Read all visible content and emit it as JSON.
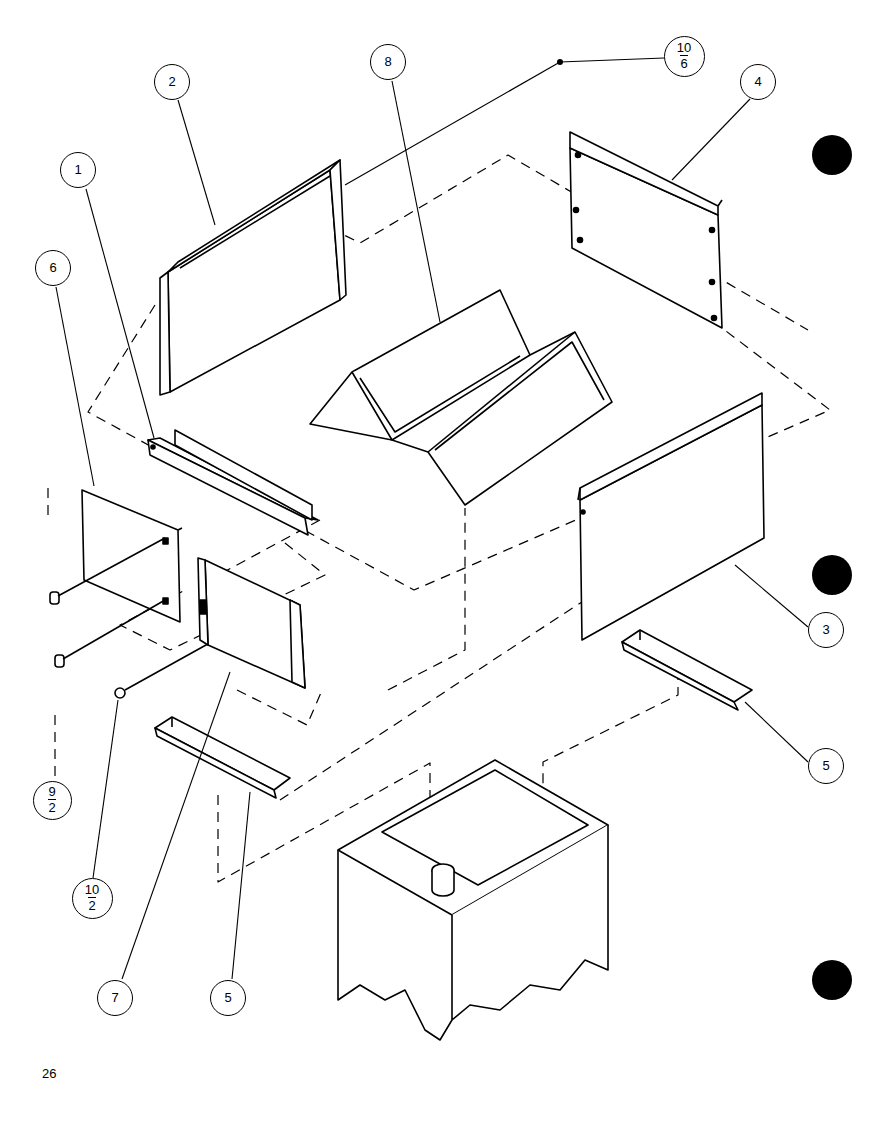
{
  "diagram": {
    "nodes": [
      {
        "text": [
          "2"
        ]
      },
      {
        "text": [
          "8"
        ]
      },
      {
        "text": [
          "10",
          "6"
        ]
      },
      {
        "text": [
          "4"
        ]
      },
      {
        "text": [
          "1"
        ]
      },
      {
        "text": [
          "6"
        ]
      },
      {
        "text": [
          "3"
        ]
      },
      {
        "text": [
          "5"
        ]
      },
      {
        "text": [
          "9",
          "2"
        ]
      },
      {
        "text": [
          "10",
          "2"
        ]
      },
      {
        "text": [
          "7"
        ]
      },
      {
        "text": [
          "5"
        ]
      }
    ],
    "labels": [
      "26"
    ]
  }
}
